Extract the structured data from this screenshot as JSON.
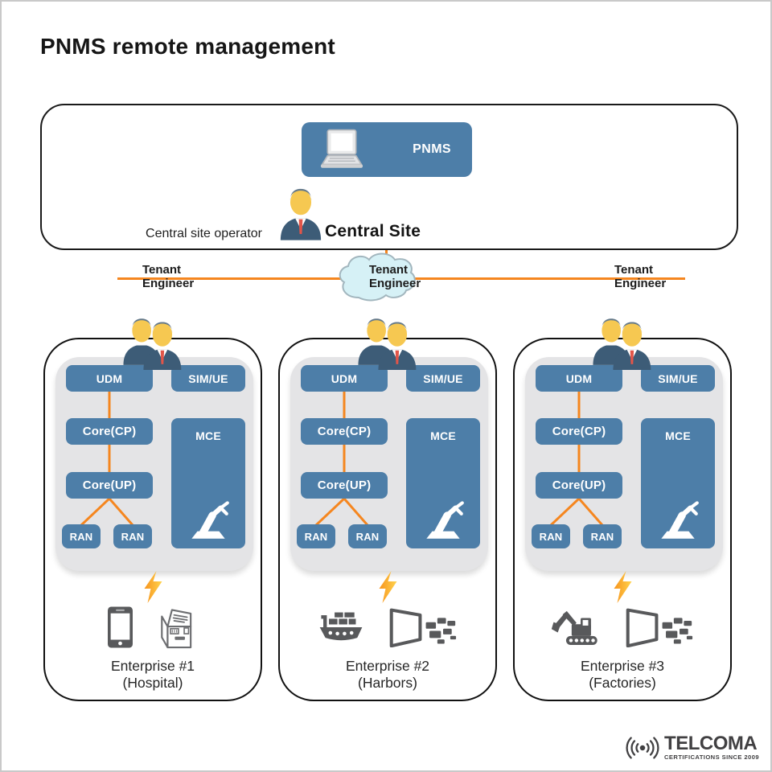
{
  "title": "PNMS remote management",
  "central_site": {
    "pnms_label": "PNMS",
    "operator_label": "Central site operator",
    "site_label": "Central Site"
  },
  "tenants": {
    "line1": "Tenant",
    "line2": "Engineer"
  },
  "node_labels": {
    "udm": "UDM",
    "sim_ue": "SIM/UE",
    "core_cp": "Core(CP)",
    "core_up": "Core(UP)",
    "ran": "RAN",
    "mce": "MCE"
  },
  "enterprises": [
    {
      "name": "Enterprise #1",
      "kind": "(Hospital)",
      "icons": [
        "smartphone-icon",
        "medical-kiosk-icon"
      ]
    },
    {
      "name": "Enterprise #2",
      "kind": "(Harbors)",
      "icons": [
        "cargo-ship-icon",
        "screen-projection-icon"
      ]
    },
    {
      "name": "Enterprise #3",
      "kind": "(Factories)",
      "icons": [
        "excavator-icon",
        "screen-projection-icon"
      ]
    }
  ],
  "logo": {
    "brand": "TELCOMA",
    "tagline": "CERTIFICATIONS SINCE 2009"
  },
  "icons": {
    "pnms": "laptop-icon",
    "operator": "business-person-icon",
    "tenant": "engineers-pair-icon",
    "network": "cloud-icon",
    "power": "lightning-bolt-icon",
    "mce": "robot-arm-icon",
    "logo": "radio-signal-icon"
  },
  "colors": {
    "node_blue": "#4d7ea8",
    "line_orange": "#f5861f",
    "panel_gray": "#e4e4e6",
    "icon_gray": "#58595b",
    "cloud_fill": "#d6f1f6",
    "bolt_orange": "#f7941e",
    "bolt_yellow": "#ffd34d",
    "logo_gray": "#414042"
  }
}
